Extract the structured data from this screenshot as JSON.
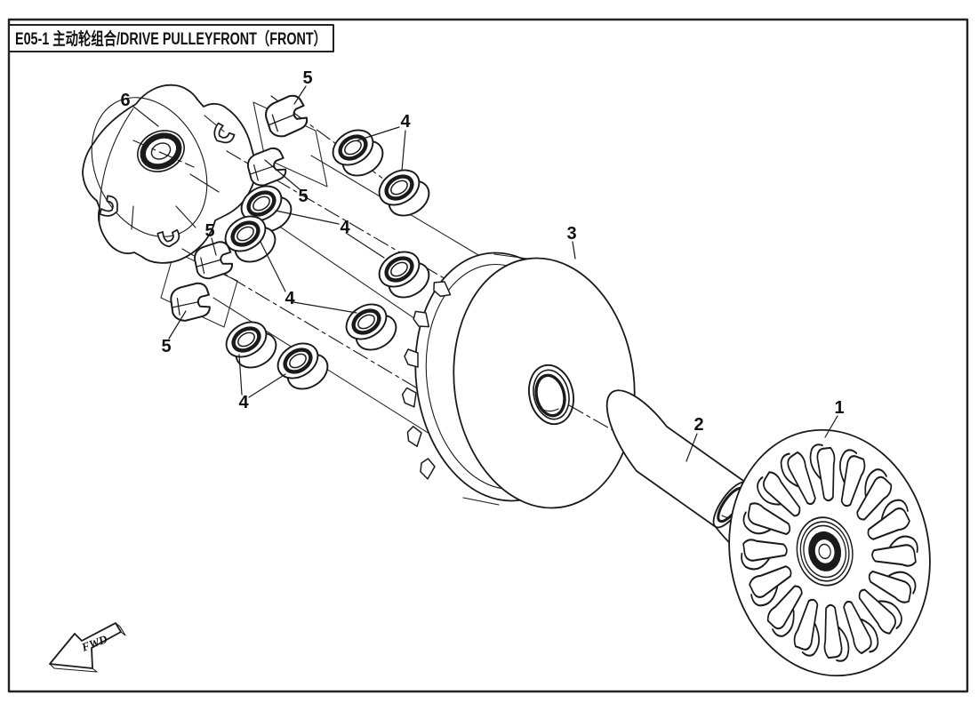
{
  "ink": "#1a1a1a",
  "background": "#ffffff",
  "title": "E05-1 主动轮组合/DRIVE PULLEYFRONT（FRONT）",
  "direction_marker": "FWD",
  "callouts": [
    {
      "label": "6"
    },
    {
      "label": "5"
    },
    {
      "label": "5"
    },
    {
      "label": "5"
    },
    {
      "label": "5"
    },
    {
      "label": "4"
    },
    {
      "label": "4"
    },
    {
      "label": "4"
    },
    {
      "label": "4"
    },
    {
      "label": "3"
    },
    {
      "label": "2"
    },
    {
      "label": "1"
    }
  ]
}
